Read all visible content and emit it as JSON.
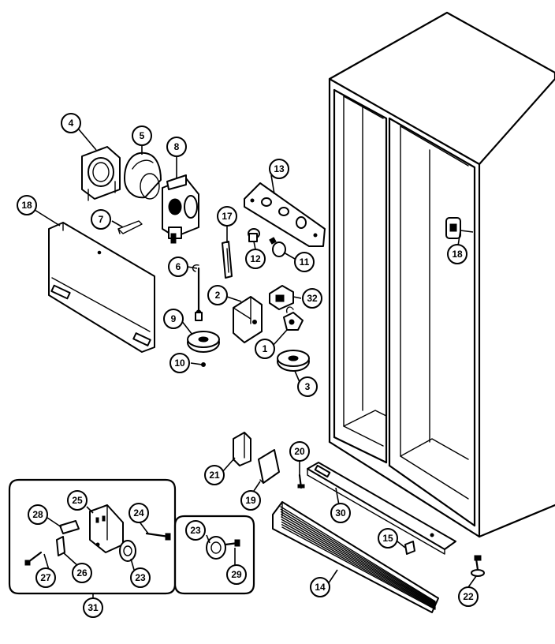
{
  "callouts": [
    {
      "id": "c4",
      "label": "4"
    },
    {
      "id": "c5",
      "label": "5"
    },
    {
      "id": "c8",
      "label": "8"
    },
    {
      "id": "c13",
      "label": "13"
    },
    {
      "id": "c18a",
      "label": "18"
    },
    {
      "id": "c7",
      "label": "7"
    },
    {
      "id": "c17",
      "label": "17"
    },
    {
      "id": "c12",
      "label": "12"
    },
    {
      "id": "c11",
      "label": "11"
    },
    {
      "id": "c18b",
      "label": "18"
    },
    {
      "id": "c6",
      "label": "6"
    },
    {
      "id": "c2",
      "label": "2"
    },
    {
      "id": "c32",
      "label": "32"
    },
    {
      "id": "c9",
      "label": "9"
    },
    {
      "id": "c1",
      "label": "1"
    },
    {
      "id": "c10",
      "label": "10"
    },
    {
      "id": "c3",
      "label": "3"
    },
    {
      "id": "c20",
      "label": "20"
    },
    {
      "id": "c21",
      "label": "21"
    },
    {
      "id": "c19",
      "label": "19"
    },
    {
      "id": "c30",
      "label": "30"
    },
    {
      "id": "c25",
      "label": "25"
    },
    {
      "id": "c28",
      "label": "28"
    },
    {
      "id": "c24",
      "label": "24"
    },
    {
      "id": "c23a",
      "label": "23"
    },
    {
      "id": "c23b",
      "label": "23"
    },
    {
      "id": "c15",
      "label": "15"
    },
    {
      "id": "c27",
      "label": "27"
    },
    {
      "id": "c26",
      "label": "26"
    },
    {
      "id": "c29",
      "label": "29"
    },
    {
      "id": "c14",
      "label": "14"
    },
    {
      "id": "c22",
      "label": "22"
    },
    {
      "id": "c31",
      "label": "31"
    }
  ]
}
